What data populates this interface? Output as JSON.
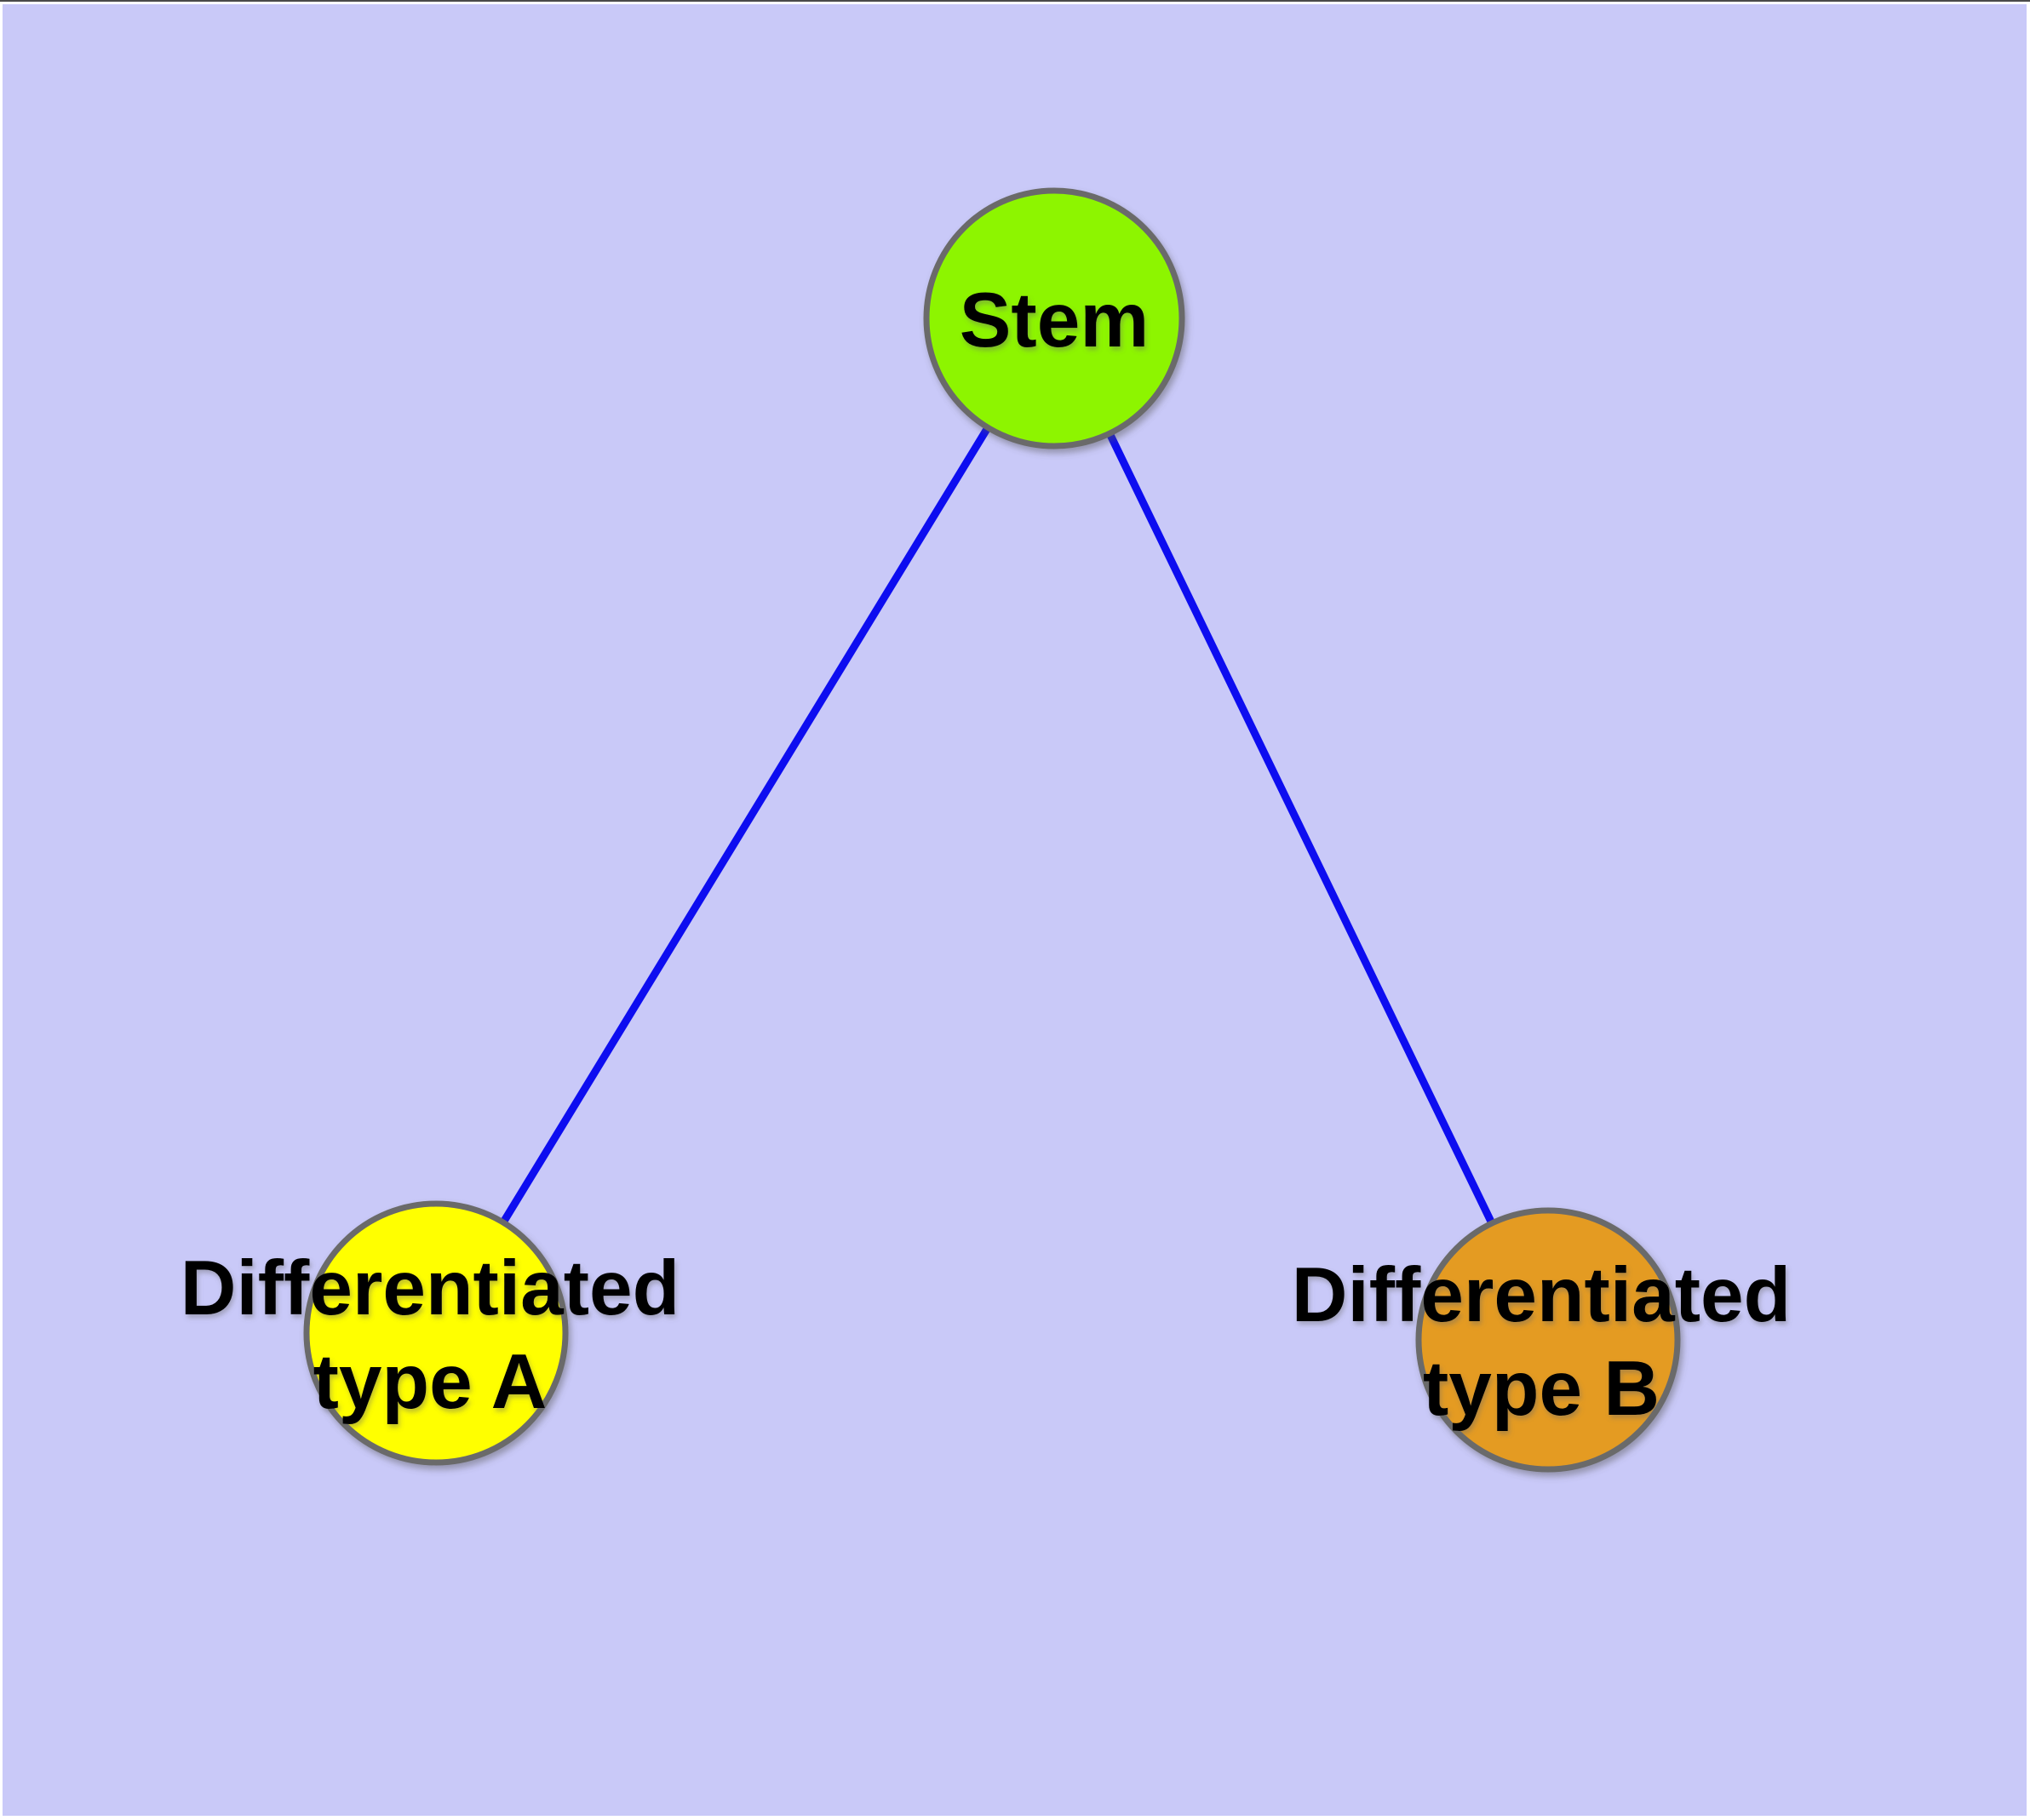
{
  "diagram": {
    "background_color": "#C9C9F8",
    "frame_top_color": "#4a4a4a",
    "edge_color": "#0D0DF0",
    "node_border_color": "#6B6B6B",
    "text_color": "#000000",
    "nodes": [
      {
        "id": "stem",
        "label": "Stem",
        "label_line2": "",
        "fill": "#8DF500"
      },
      {
        "id": "type-a",
        "label": "Differentiated",
        "label_line2": "type A",
        "fill": "#FFFF00"
      },
      {
        "id": "type-b",
        "label": "Differentiated",
        "label_line2": "type B",
        "fill": "#E49B23"
      }
    ],
    "edges": [
      {
        "from": "Stem",
        "to": "Differentiated type A"
      },
      {
        "from": "Stem",
        "to": "Differentiated type B"
      }
    ]
  }
}
